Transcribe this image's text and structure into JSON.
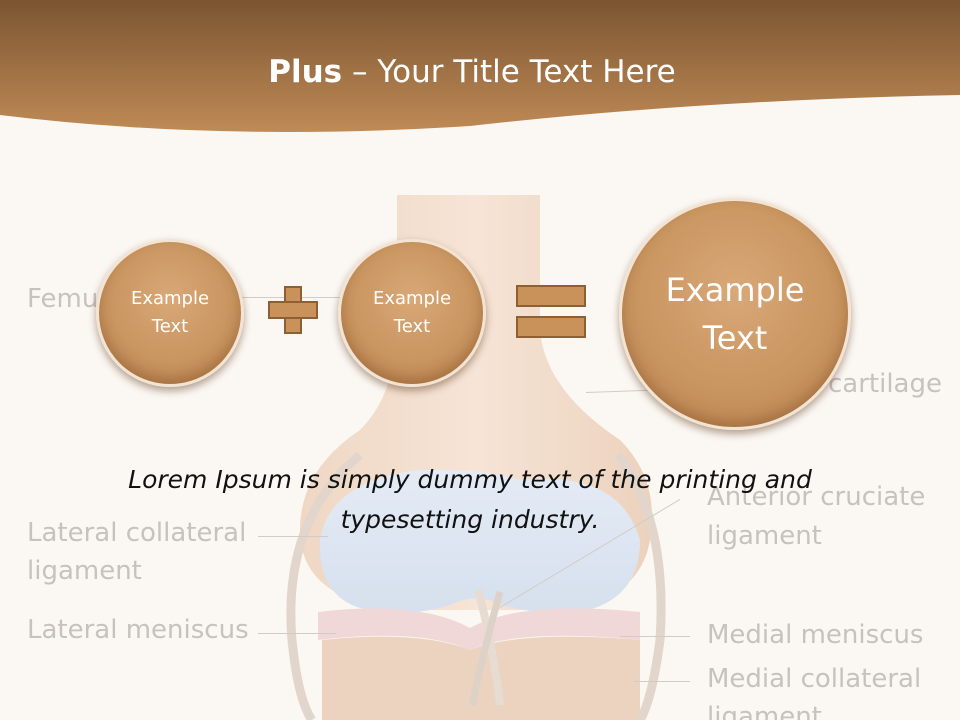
{
  "title": {
    "bold": "Plus",
    "rest": " – Your Title Text Here"
  },
  "circles": {
    "left": "Example\nText",
    "middle": "Example\nText",
    "result": "Example\nText"
  },
  "body_text": "Lorem Ipsum is simply dummy text of the printing and typesetting industry.",
  "background_labels": {
    "femur": "Femu",
    "cartilage": "cartilage",
    "anterior_cruciate_1": "Anterior cruciate",
    "anterior_cruciate_2": "ligament",
    "lateral_collateral_1": "Lateral collateral",
    "lateral_collateral_2": "ligament",
    "lateral_meniscus": "Lateral meniscus",
    "medial_meniscus": "Medial meniscus",
    "medial_collateral_1": "Medial collateral",
    "medial_collateral_2": "ligament"
  },
  "colors": {
    "header_dark": "#7b5531",
    "header_light": "#bf8a56",
    "circle_fill": "#c99560",
    "background": "#fbf7f3"
  }
}
